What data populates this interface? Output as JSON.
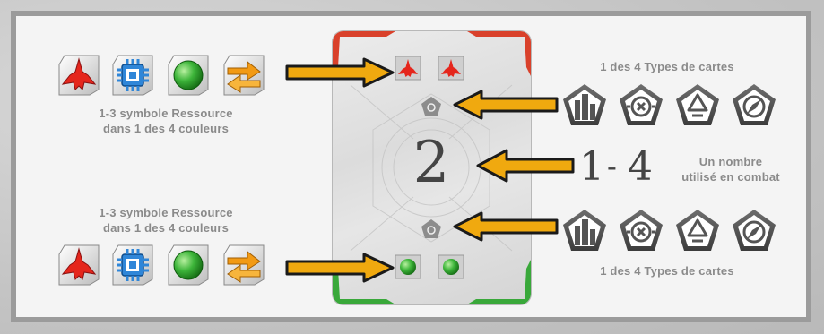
{
  "resource_caption_top": [
    "1-3 symbole Ressource",
    "dans 1 des 4 couleurs"
  ],
  "resource_caption_bottom": [
    "1-3 symbole Ressource",
    "dans 1 des 4 couleurs"
  ],
  "types_caption_top": "1 des 4 Types de cartes",
  "types_caption_bottom": "1 des 4 Types de cartes",
  "number_range": {
    "low": "1",
    "dash": "-",
    "high": "4"
  },
  "number_caption": [
    "Un nombre",
    "utilisé en combat"
  ],
  "card_number": "2",
  "resource_icons": [
    "ship-icon",
    "chip-icon",
    "sphere-icon",
    "exchange-icon"
  ],
  "type_icons": [
    "buildings-icon",
    "target-icon",
    "recycle-icon",
    "compass-icon"
  ],
  "colors": {
    "arrow": "#f0a90f",
    "arrow_outline": "#1a1a1a",
    "red": "#e5261c",
    "blue": "#2f86d8",
    "green": "#3db53a",
    "orange": "#f29a14",
    "type_icon": "#5a5a5a"
  }
}
